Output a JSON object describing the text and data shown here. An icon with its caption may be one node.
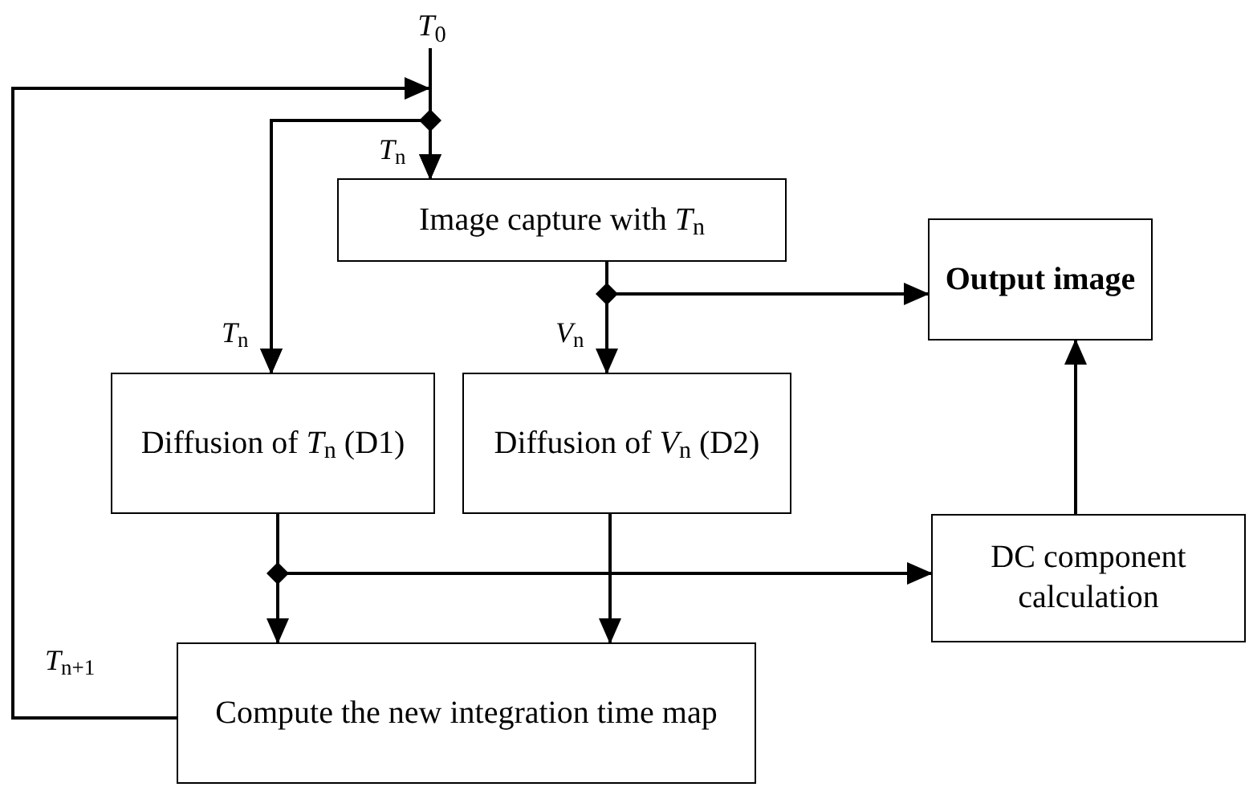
{
  "diagram": {
    "nodes": [
      {
        "text": [
          "*T*$_{0}$"
        ]
      },
      {
        "text": [
          "Image capture with *T*$_{n}$"
        ]
      },
      {
        "text": [
          "Output image"
        ]
      },
      {
        "text": [
          "Diffusion of *T*$_{n}$ (D1)"
        ]
      },
      {
        "text": [
          "Diffusion of *V*$_{n}$ (D2)"
        ]
      },
      {
        "text": [
          "DC component calculation"
        ]
      },
      {
        "text": [
          "Compute the new integration time map"
        ]
      }
    ],
    "edges": [
      {
        "from": 0,
        "to": 1,
        "arrow": "to",
        "label": "*T*$_{n}$"
      },
      {
        "from": 0,
        "to": 3,
        "arrow": "to",
        "label": "*T*$_{n}$"
      },
      {
        "from": 6,
        "to": 1,
        "arrow": "to",
        "label": "*T*$_{n+1}$"
      },
      {
        "from": 6,
        "to": 3,
        "arrow": "to"
      },
      {
        "from": 1,
        "to": 2,
        "arrow": "to"
      },
      {
        "from": 1,
        "to": 4,
        "arrow": "to",
        "label": "*V*$_{n}$"
      },
      {
        "from": 3,
        "to": 6,
        "arrow": "to"
      },
      {
        "from": 3,
        "to": 5,
        "arrow": "to"
      },
      {
        "from": 4,
        "to": 6,
        "arrow": "to"
      },
      {
        "from": 5,
        "to": 2,
        "arrow": "to"
      }
    ]
  }
}
